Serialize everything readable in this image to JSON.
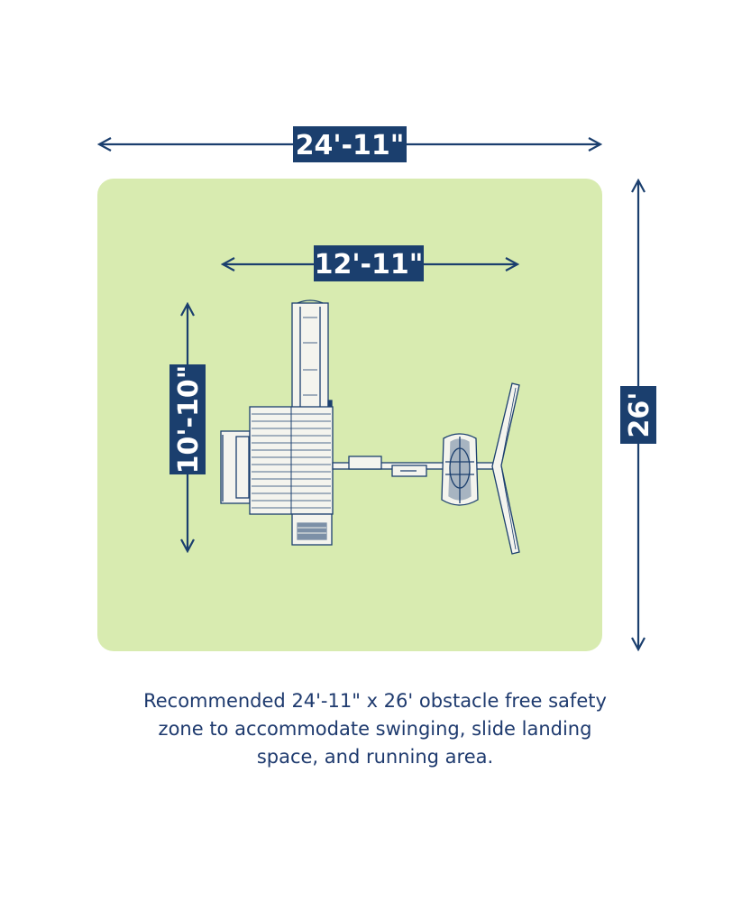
{
  "colors": {
    "navy": "#1b3f6e",
    "zone_fill": "#d8ebb0",
    "equipment_fill": "#f4f4ee"
  },
  "dimensions": {
    "outer_width": "24'-11\"",
    "outer_depth": "26'",
    "inner_width": "12'-11\"",
    "inner_depth": "10'-10\""
  },
  "caption": {
    "line1": "Recommended 24'-11\" x 26' obstacle free safety",
    "line2": "zone to accommodate swinging, slide landing",
    "line3": "space, and running area."
  },
  "icons": {
    "equipment": "playset-top-view-icon",
    "arrows": "double-arrow-icon"
  }
}
